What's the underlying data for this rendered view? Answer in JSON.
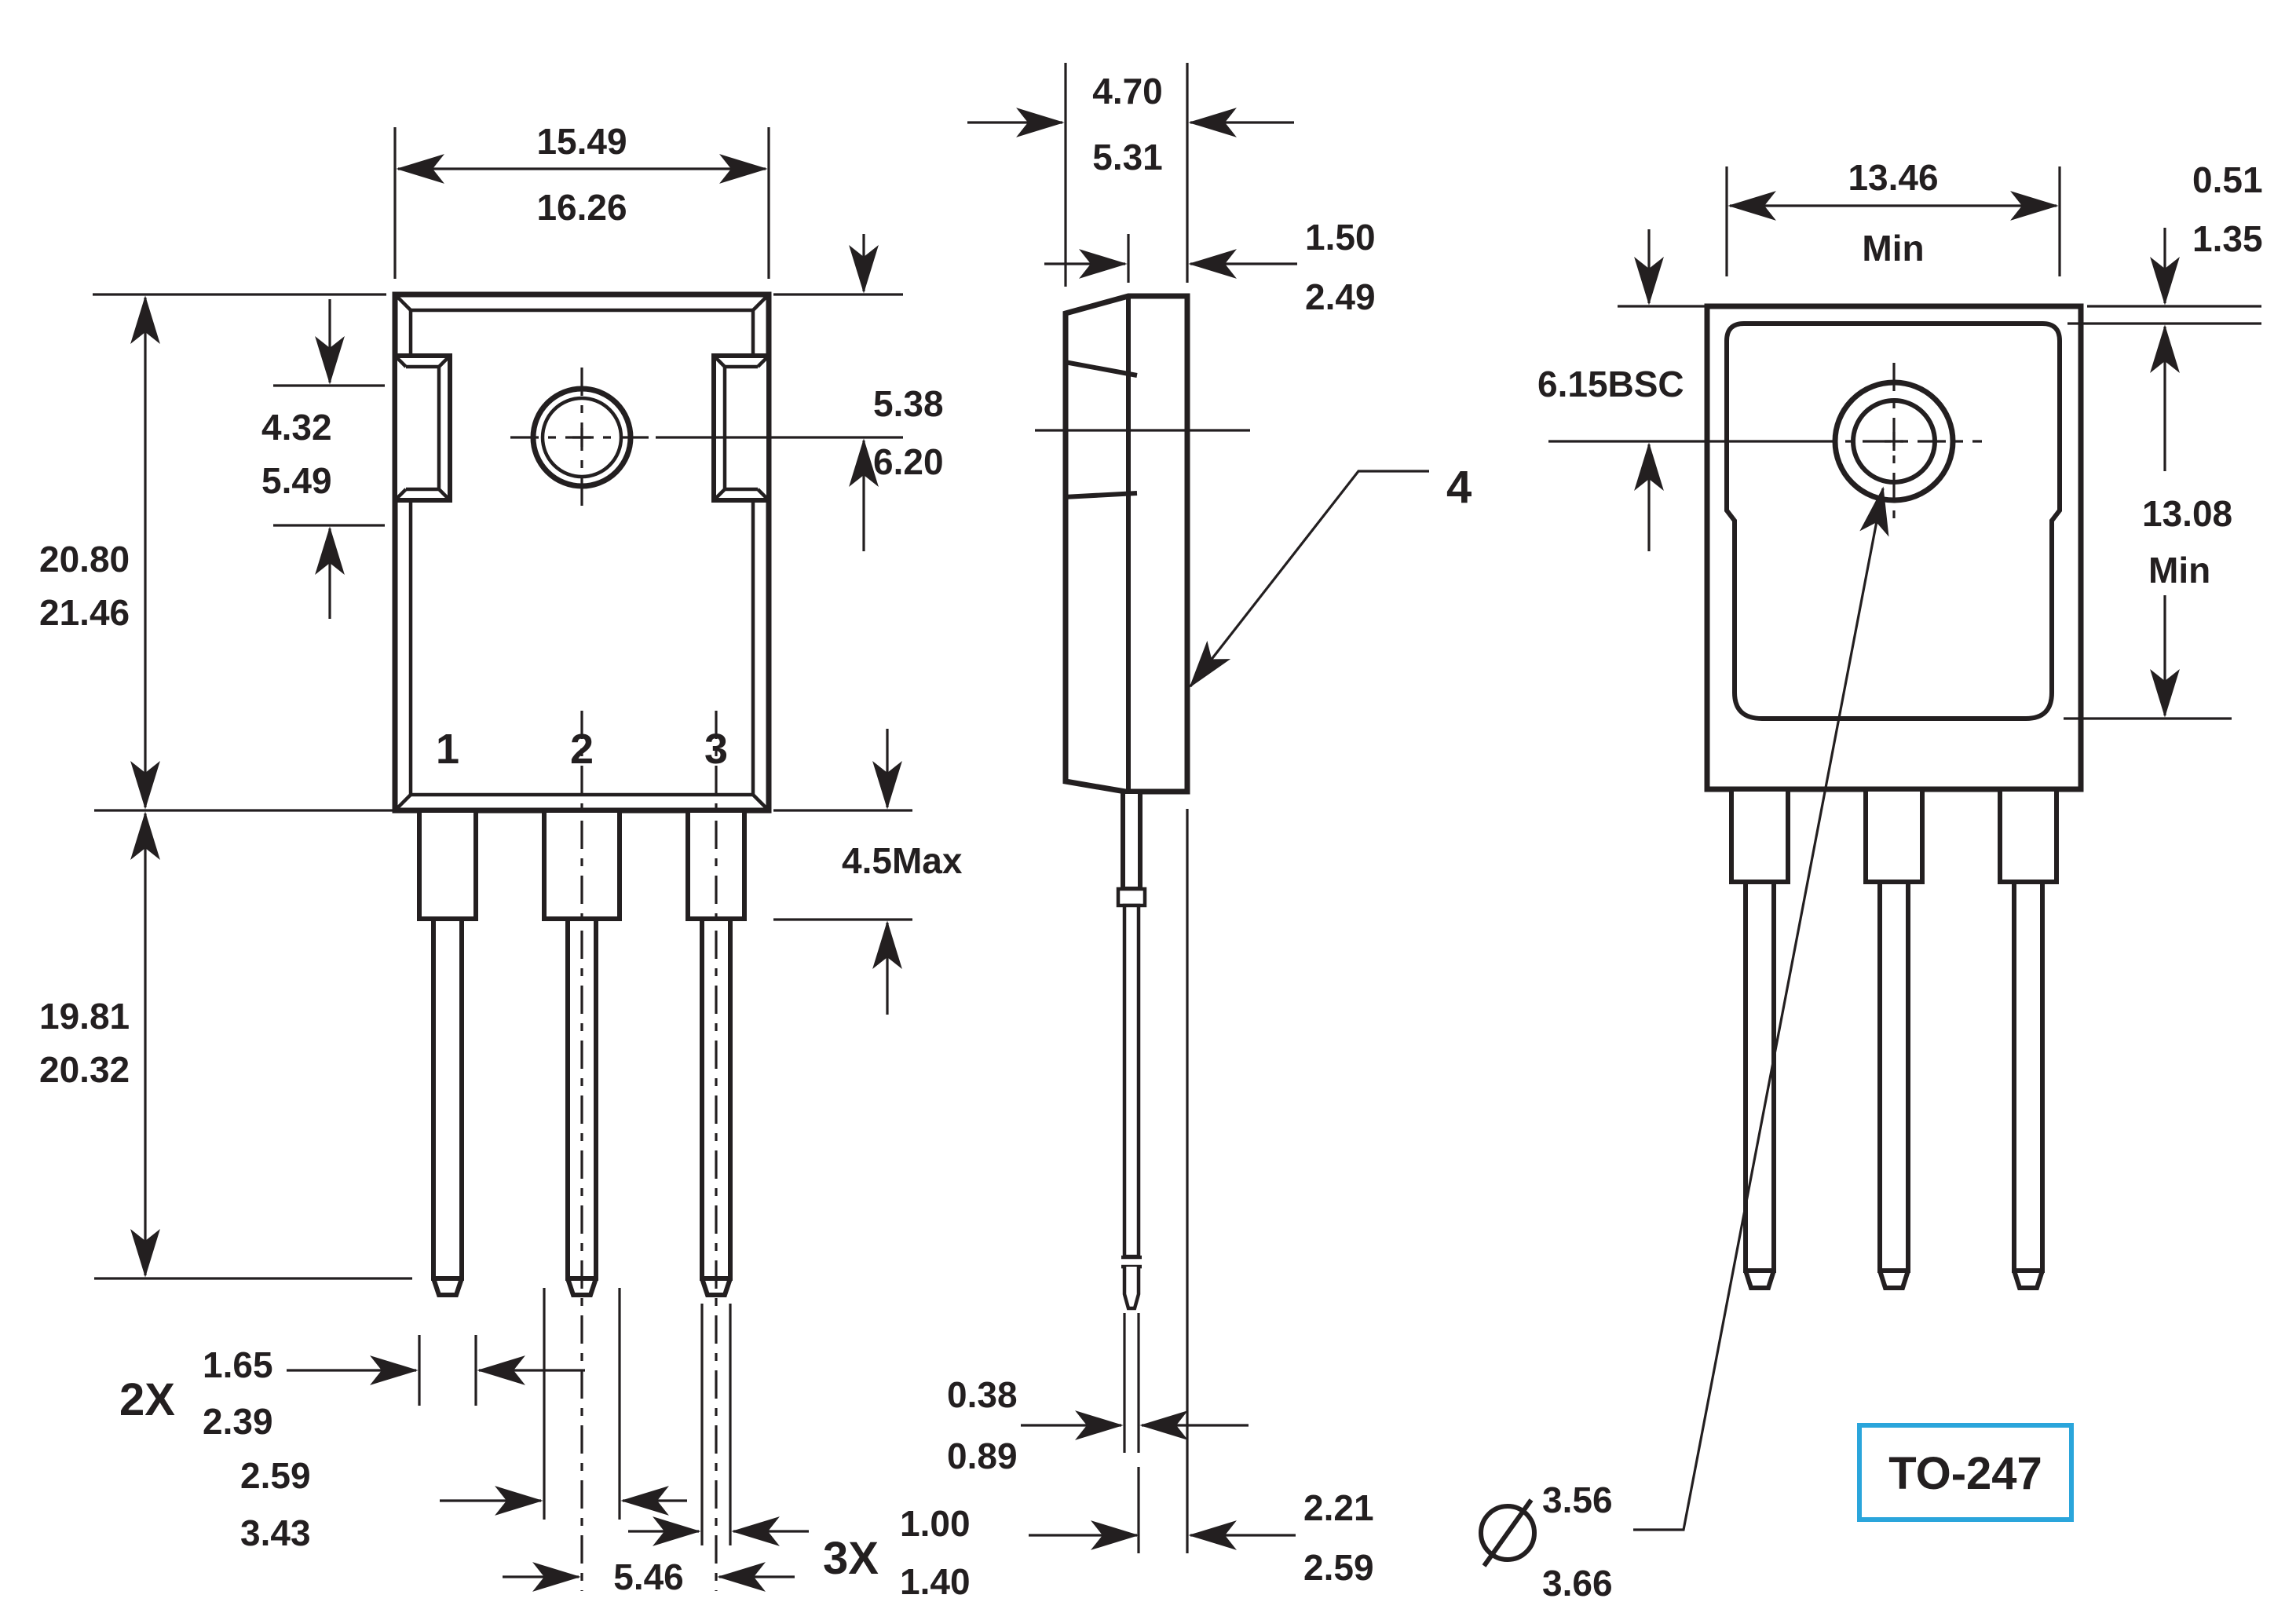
{
  "drawing": {
    "title": "TO-247 package outline drawing",
    "units": "mm",
    "package_label": "TO-247",
    "colors": {
      "line": "#231F20",
      "accent": "#2AA5DB",
      "background": "#FFFFFF"
    },
    "front_view": {
      "body_width": {
        "min": "15.49",
        "max": "16.26"
      },
      "body_height": {
        "min": "20.80",
        "max": "21.46"
      },
      "side_notch": {
        "min": "4.32",
        "max": "5.49"
      },
      "hole_offset": {
        "min": "5.38",
        "max": "6.20"
      },
      "shoulder_length": "4.5Max",
      "lead_length": {
        "min": "19.81",
        "max": "20.32"
      },
      "outer_lead_width": {
        "qty": "2X",
        "min": "1.65",
        "max": "2.39"
      },
      "center_lead_width": {
        "min": "2.59",
        "max": "3.43"
      },
      "lead_pitch": "5.46",
      "lead_tip_width": {
        "qty": "3X",
        "min": "1.00",
        "max": "1.40"
      },
      "pins": {
        "p1": "1",
        "p2": "2",
        "p3": "3"
      }
    },
    "side_view": {
      "thickness": {
        "min": "4.70",
        "max": "5.31"
      },
      "step": {
        "min": "1.50",
        "max": "2.49"
      },
      "tab_callout": "4",
      "lead_thickness": {
        "min": "0.38",
        "max": "0.89"
      },
      "lead_offset": {
        "min": "2.21",
        "max": "2.59"
      }
    },
    "back_view": {
      "tab_width": {
        "value": "13.46",
        "qual": "Min"
      },
      "tab_top_offset": {
        "min": "0.51",
        "max": "1.35"
      },
      "hole_center": "6.15BSC",
      "tab_height": {
        "value": "13.08",
        "qual": "Min"
      },
      "hole_diameter": {
        "min": "3.56",
        "max": "3.66"
      }
    }
  }
}
